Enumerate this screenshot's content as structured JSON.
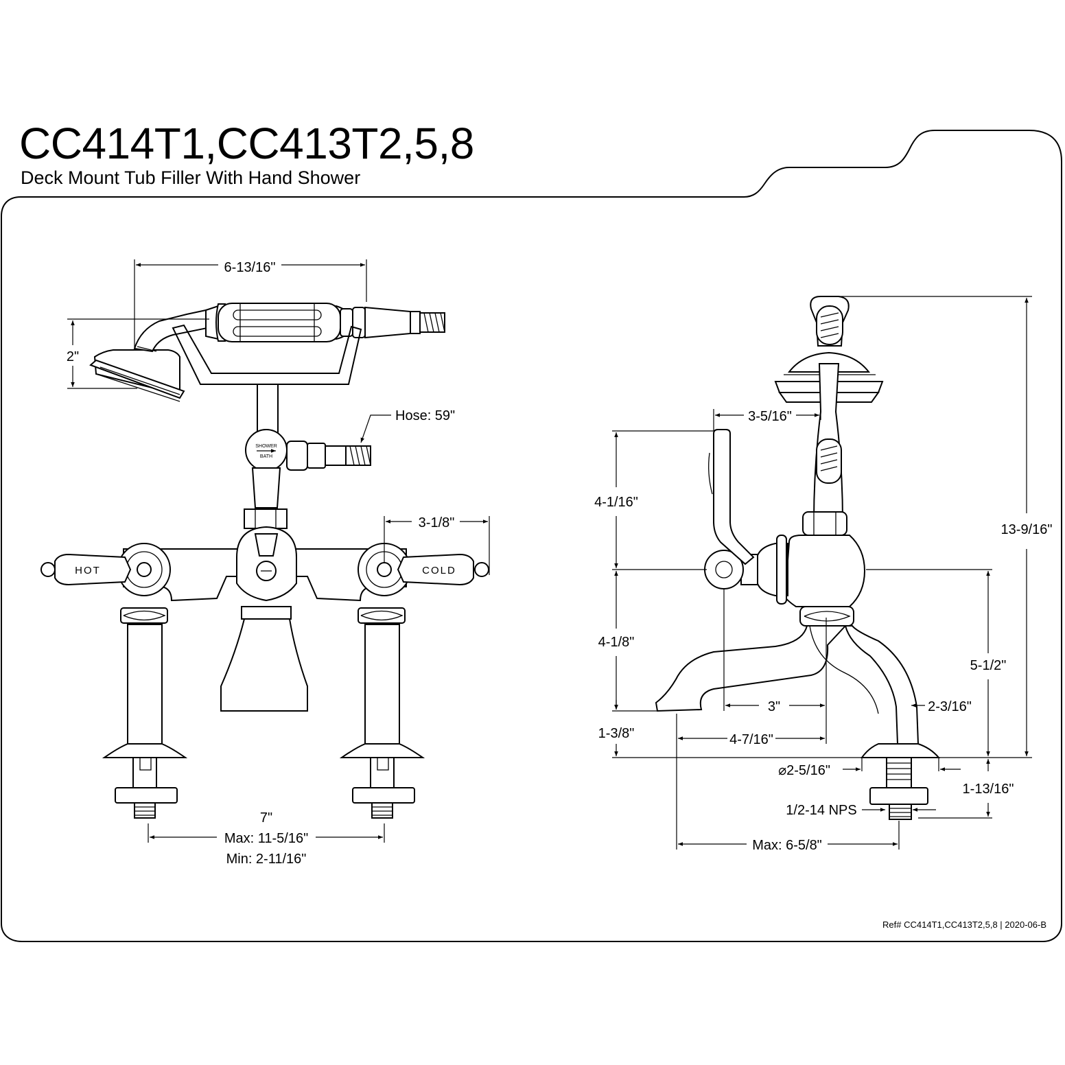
{
  "title": "CC414T1,CC413T2,5,8",
  "subtitle": "Deck Mount Tub Filler With Hand Shower",
  "reference": "Ref# CC414T1,CC413T2,5,8 | 2020-06-B",
  "front_view": {
    "width_top": "6-13/16\"",
    "handshower_height": "2\"",
    "hose_length": "Hose: 59\"",
    "handle_offset": "3-1/8\"",
    "hot_label": "HOT",
    "cold_label": "COLD",
    "diverter_label_top": "SHOWER",
    "diverter_label_bottom": "BATH",
    "centers_nominal": "7\"",
    "centers_max": "Max: 11-5/16\"",
    "centers_min": "Min: 2-11/16\""
  },
  "side_view": {
    "cradle_offset": "3-5/16\"",
    "upper_height": "4-1/16\"",
    "lower_height": "4-1/8\"",
    "spout_height": "1-3/8\"",
    "total_height": "13-9/16\"",
    "body_height": "5-1/2\"",
    "shank_offset": "2-3/16\"",
    "reach_short": "3\"",
    "reach": "4-7/16\"",
    "flange_diameter": "⌀2-5/16\"",
    "shank_length": "1-13/16\"",
    "thread": "1/2-14 NPS",
    "max_reach": "Max: 6-5/8\""
  }
}
